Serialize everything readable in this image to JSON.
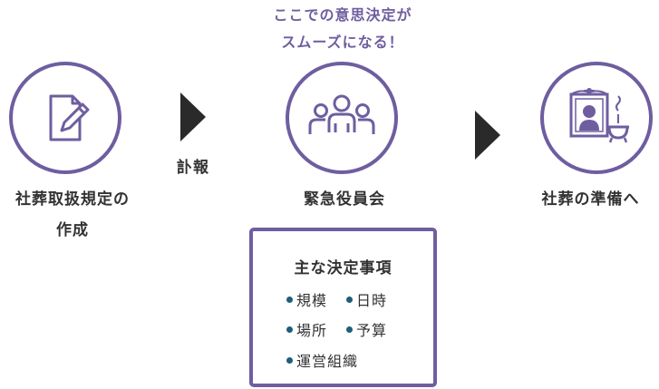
{
  "colors": {
    "accent": "#6e5ea0",
    "arrow": "#2a2a2a",
    "bullet": "#1d5f79",
    "text": "#333333"
  },
  "callout": {
    "line1": "ここでの意思決定が",
    "line2": "スムーズになる！"
  },
  "steps": [
    {
      "icon": "document-edit-icon",
      "line1": "社葬取扱規定の",
      "line2": "作成"
    },
    {
      "icon": "group-people-icon",
      "line1": "緊急役員会"
    },
    {
      "icon": "memorial-portrait-icon",
      "line1": "社葬の準備へ"
    }
  ],
  "arrow_label": "訃報",
  "decisions": {
    "title": "主な決定事項",
    "items": [
      "規模",
      "日時",
      "場所",
      "予算",
      "運営組織"
    ]
  }
}
